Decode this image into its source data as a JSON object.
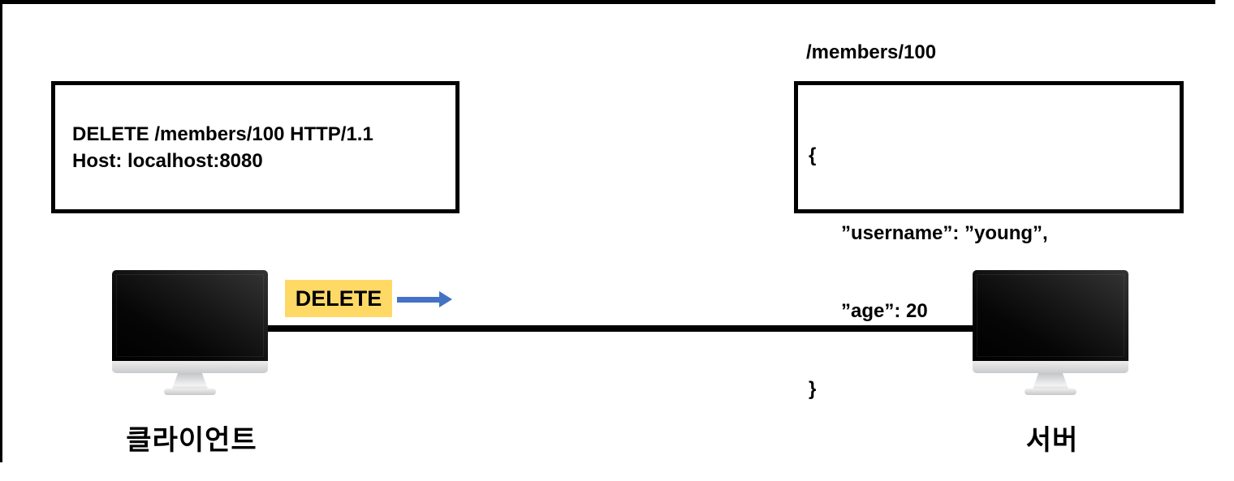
{
  "request_box": {
    "request_line": "DELETE /members/100 HTTP/1.1",
    "host_line": "Host: localhost:8080"
  },
  "resource_box": {
    "path_label": "/members/100",
    "json_lines": [
      "{",
      "”username”: ”young”,",
      "”age”: 20",
      "}"
    ]
  },
  "transfer": {
    "method_label": "DELETE",
    "arrow_icon": "right-arrow"
  },
  "client": {
    "label": "클라이언트"
  },
  "server": {
    "label": "서버"
  },
  "colors": {
    "badge_yellow": "#FFD966",
    "arrow_blue": "#4472C4",
    "line_black": "#000000"
  }
}
